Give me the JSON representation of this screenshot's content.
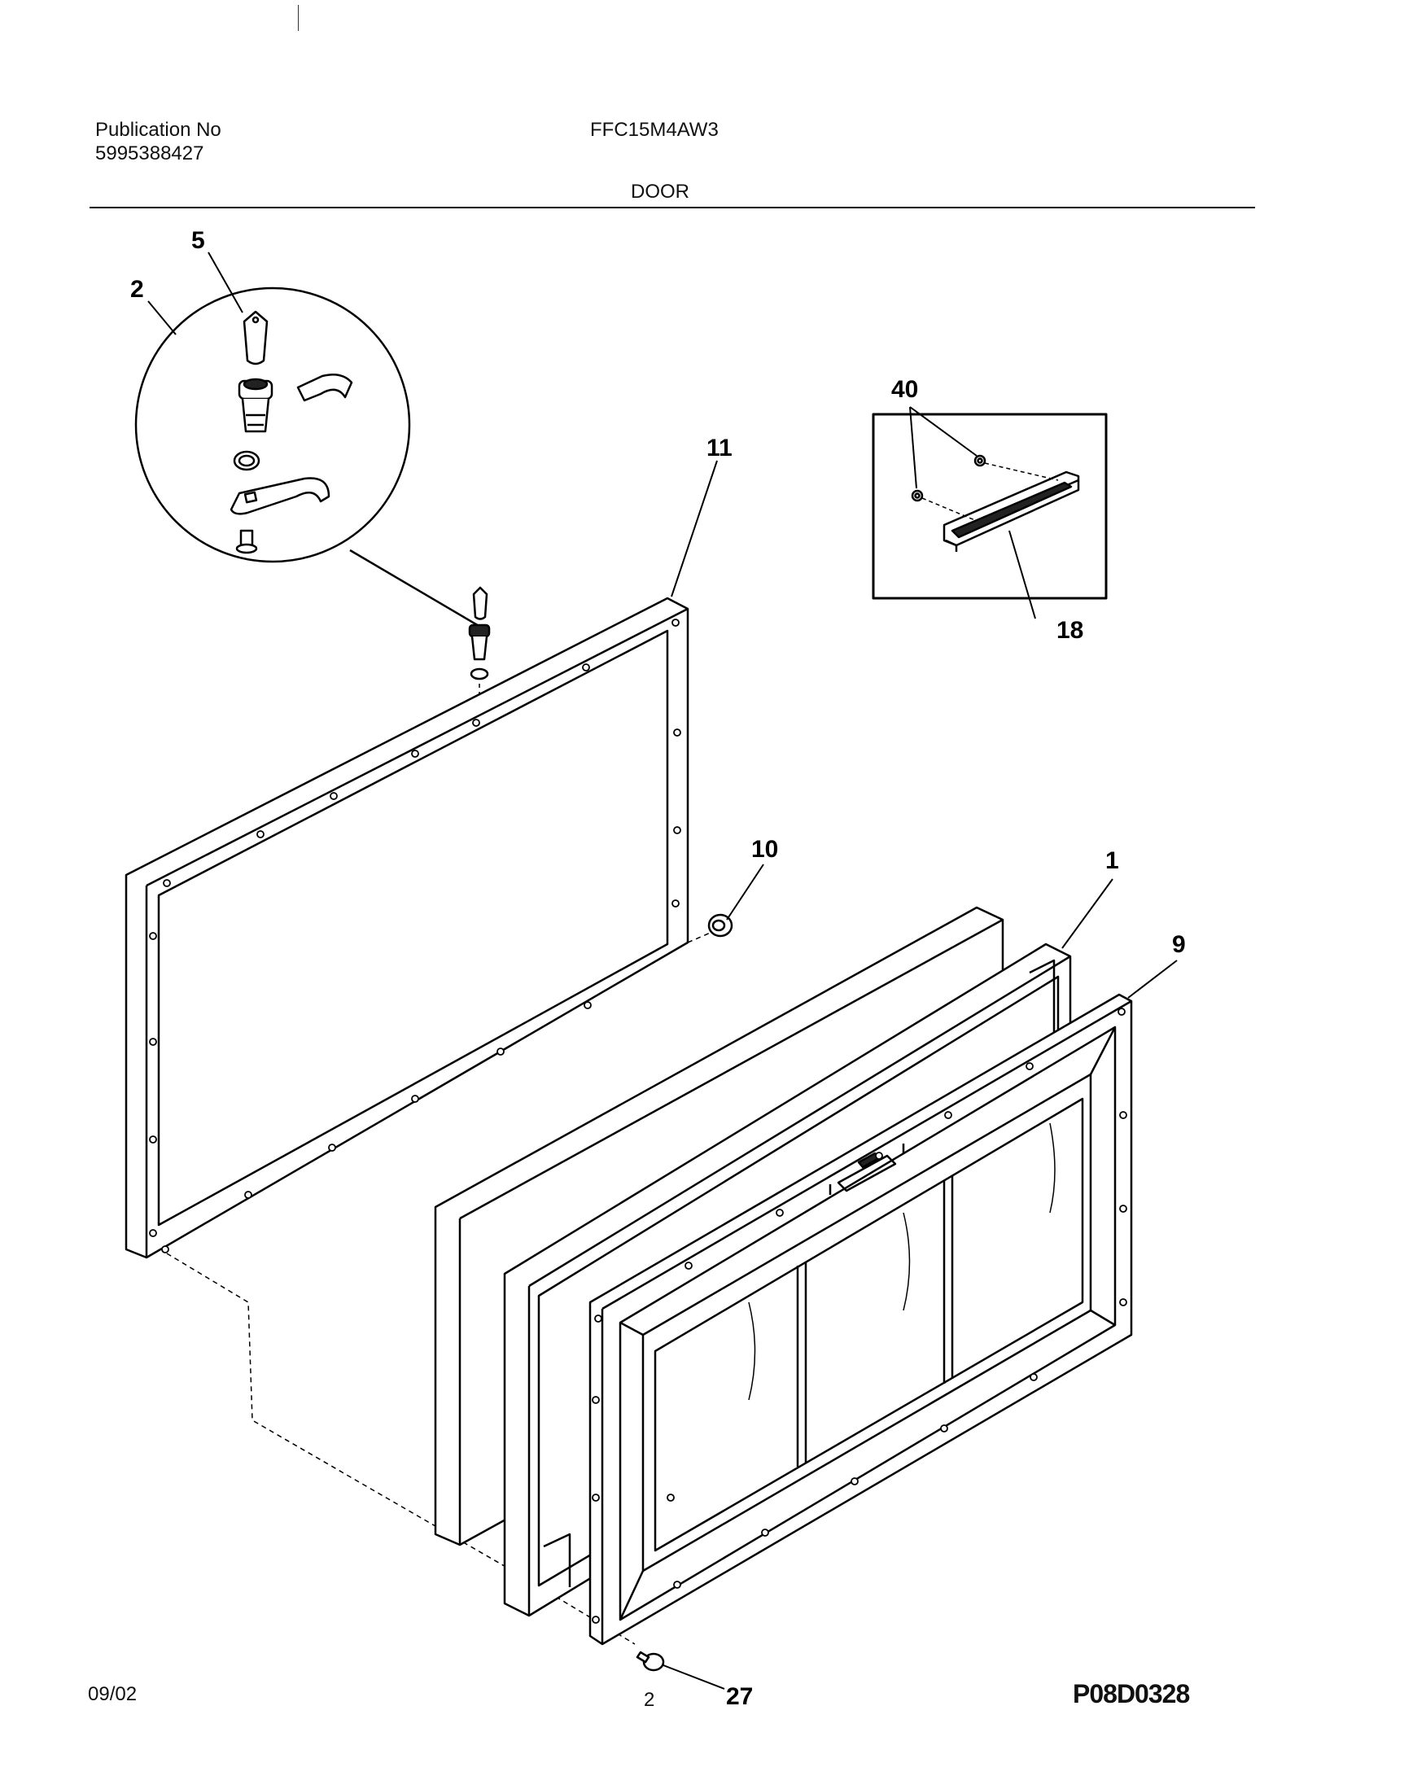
{
  "header": {
    "publication_label": "Publication No",
    "publication_number": "5995388427",
    "model": "FFC15M4AW3",
    "section": "DOOR"
  },
  "callouts": [
    {
      "id": "c5",
      "label": "5"
    },
    {
      "id": "c2",
      "label": "2"
    },
    {
      "id": "c40",
      "label": "40"
    },
    {
      "id": "c11",
      "label": "11"
    },
    {
      "id": "c18",
      "label": "18"
    },
    {
      "id": "c10",
      "label": "10"
    },
    {
      "id": "c1",
      "label": "1"
    },
    {
      "id": "c9",
      "label": "9"
    },
    {
      "id": "c27",
      "label": "27"
    }
  ],
  "footer": {
    "date": "09/02",
    "page": "2",
    "drawing_code": "P08D0328"
  }
}
